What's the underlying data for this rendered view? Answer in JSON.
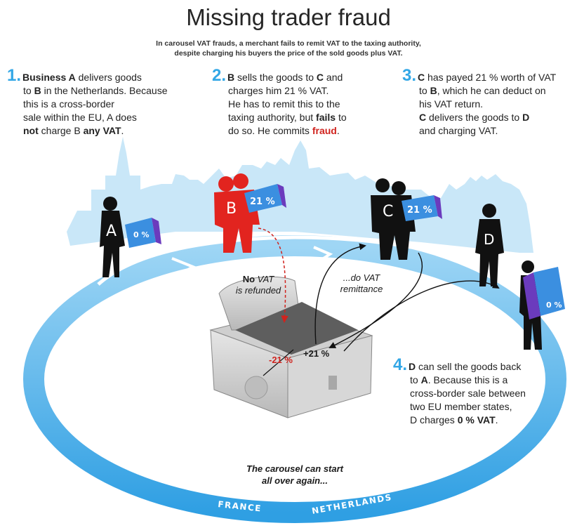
{
  "title": "Missing trader fraud",
  "subtitle_line1": "In carousel VAT frauds, a merchant fails to remit VAT to the taxing authority,",
  "subtitle_line2": "despite charging his buyers the price of the sold goods plus VAT.",
  "steps": [
    {
      "num": "1."
    },
    {
      "num": "2."
    },
    {
      "num": "3."
    },
    {
      "num": "4."
    }
  ],
  "step1": {
    "w1": "Business A",
    "t1": " delivers goods",
    "t2": "to ",
    "w2": "B",
    "t3": " in the Netherlands. Because",
    "t4": "this is a cross-border",
    "t5": "sale within the EU, A does",
    "w3": "not",
    "t6": " charge B ",
    "w4": "any VAT",
    "t7": "."
  },
  "step2": {
    "w1": "B",
    "t1": " sells the goods to ",
    "w2": "C",
    "t2": " and",
    "t3": "charges him 21 % VAT.",
    "t4": "He has to remit this to the",
    "t5": "taxing authority, but ",
    "w3": "fails",
    "t6": " to",
    "t7": "do so. He commits ",
    "w4": "fraud",
    "t8": "."
  },
  "step3": {
    "w1": "C",
    "t1": " has payed 21 % worth of VAT",
    "t2": "to ",
    "w2": "B",
    "t3": ", which he can deduct on",
    "t4": "his VAT return.",
    "w3": "C",
    "t5": " delivers the goods to ",
    "w4": "D",
    "t6": "and charging VAT."
  },
  "step4": {
    "w1": "D",
    "t1": " can sell the goods back",
    "t2": "to ",
    "w2": "A",
    "t3": ". Because this is a",
    "t4": "cross-border sale between",
    "t5": "two EU member states,",
    "t6": "D charges ",
    "w3": "0 % VAT",
    "t7": "."
  },
  "labels": {
    "no_vat_bold": "No",
    "no_vat_it": " VAT",
    "refunded": "is refunded",
    "do_vat": "...do VAT",
    "remittance": "remittance",
    "minus": "-21 %",
    "plus": "+21 %",
    "again1": "The carousel can start",
    "again2": "all over again..."
  },
  "ring": {
    "france_top": "FRANCE",
    "netherlands_top": "NETHERLANDS",
    "france_bottom": "FRANCE",
    "netherlands_bottom": "NETHERLANDS"
  },
  "people": {
    "a": "A",
    "b": "B",
    "c": "C",
    "d": "D"
  },
  "boxes": {
    "a": "0 %",
    "b": "21 %",
    "c": "21 %",
    "d": "0 %"
  },
  "colors": {
    "ring_blue": "#3aaae8",
    "ring_light": "#d3ecfa",
    "skyline": "#bfe2f7",
    "accent_red": "#d0231e",
    "step_number": "#33a7e6",
    "box_blue": "#3b8fe0",
    "box_purple": "#6b3bbd"
  }
}
